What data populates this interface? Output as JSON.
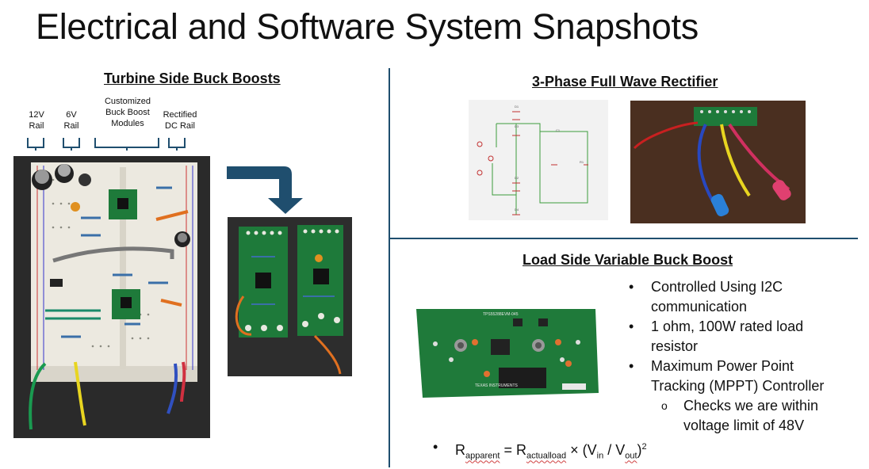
{
  "title": "Electrical and Software System Snapshots",
  "turbine": {
    "heading": "Turbine Side Buck Boosts",
    "rails": [
      {
        "line1": "12V",
        "line2": "Rail"
      },
      {
        "line1": "6V",
        "line2": "Rail"
      },
      {
        "line1": "Customized",
        "line2": "Buck Boost",
        "line3": "Modules"
      },
      {
        "line1": "Rectified",
        "line2": "DC Rail"
      }
    ]
  },
  "rectifier": {
    "heading": "3-Phase Full Wave Rectifier"
  },
  "load": {
    "heading": "Load Side Variable Buck Boost",
    "bullets": [
      {
        "line1": "Controlled Using I2C",
        "line2": "communication"
      },
      {
        "line1": "1 ohm, 100W rated load",
        "line2": "resistor"
      },
      {
        "line1": "Maximum Power Point",
        "line2": "Tracking (MPPT) Controller"
      }
    ],
    "sub_bullet": {
      "line1": "Checks we are within",
      "line2": "voltage limit of 48V"
    },
    "formula": {
      "r": "R",
      "apparent": "apparent",
      "equals": " = ",
      "actualload": "actualload",
      "times": " × (V",
      "in": "in",
      "slash": " / V",
      "out": "out",
      "close": ")",
      "power": "2"
    }
  },
  "colors": {
    "divider": "#1f4e6e",
    "arrow": "#1f4e6e",
    "pcb_green": "#1e7a3a"
  }
}
